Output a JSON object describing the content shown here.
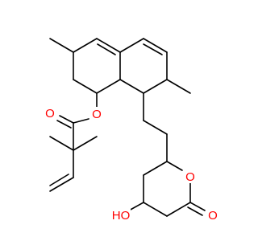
{
  "molecule": {
    "atom_labels": {
      "ester_oxygen": "O",
      "carbonyl_oxygen": "O",
      "ring_oxygen": "O",
      "lactone_carbonyl_oxygen": "O",
      "hydroxyl": "HO"
    }
  },
  "colors": {
    "bond": "#000000",
    "oxygen": "#ff0000",
    "background": "#ffffff"
  }
}
